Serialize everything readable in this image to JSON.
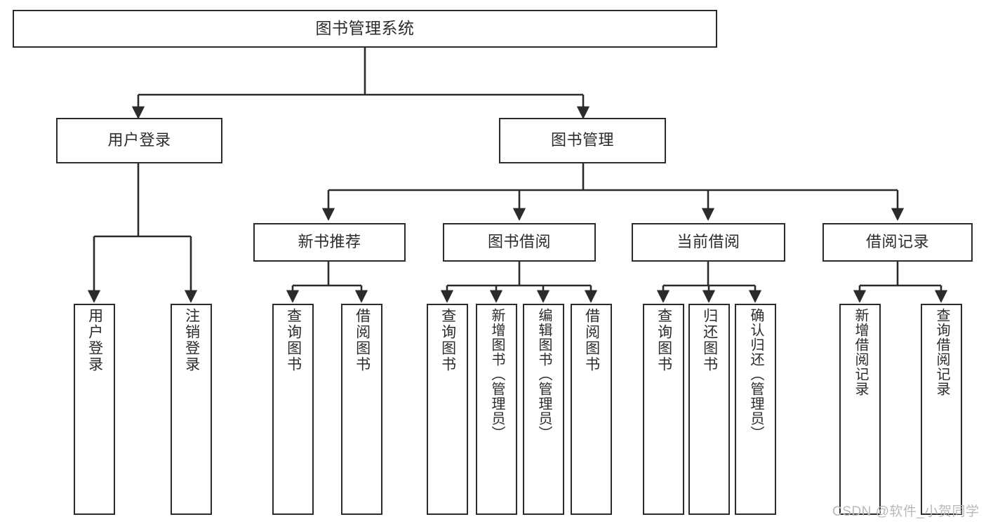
{
  "diagram": {
    "type": "tree",
    "title": "图书管理系统",
    "root": {
      "label": "图书管理系统"
    },
    "level1": [
      {
        "label": "用户登录"
      },
      {
        "label": "图书管理"
      }
    ],
    "level2": [
      {
        "label": "新书推荐"
      },
      {
        "label": "图书借阅"
      },
      {
        "label": "当前借阅"
      },
      {
        "label": "借阅记录"
      }
    ],
    "leaves": {
      "user_login": [
        {
          "label": "用户登录"
        },
        {
          "label": "注销登录"
        }
      ],
      "new_book_recommend": [
        {
          "label": "查询图书"
        },
        {
          "label": "借阅图书"
        }
      ],
      "book_borrow": [
        {
          "label": "查询图书"
        },
        {
          "label": "新增图书（管理员）"
        },
        {
          "label": "编辑图书（管理员）"
        },
        {
          "label": "借阅图书"
        }
      ],
      "current_borrow": [
        {
          "label": "查询图书"
        },
        {
          "label": "归还图书"
        },
        {
          "label": "确认归还（管理员）"
        }
      ],
      "borrow_record": [
        {
          "label": "新增借阅记录"
        },
        {
          "label": "查询借阅记录"
        }
      ]
    }
  },
  "watermark": {
    "text": "CSDN @软件_小贺同学"
  },
  "colors": {
    "stroke": "#2b2b2b",
    "background": "#ffffff",
    "text": "#2b2b2b",
    "watermark": "#b9b9b9"
  }
}
